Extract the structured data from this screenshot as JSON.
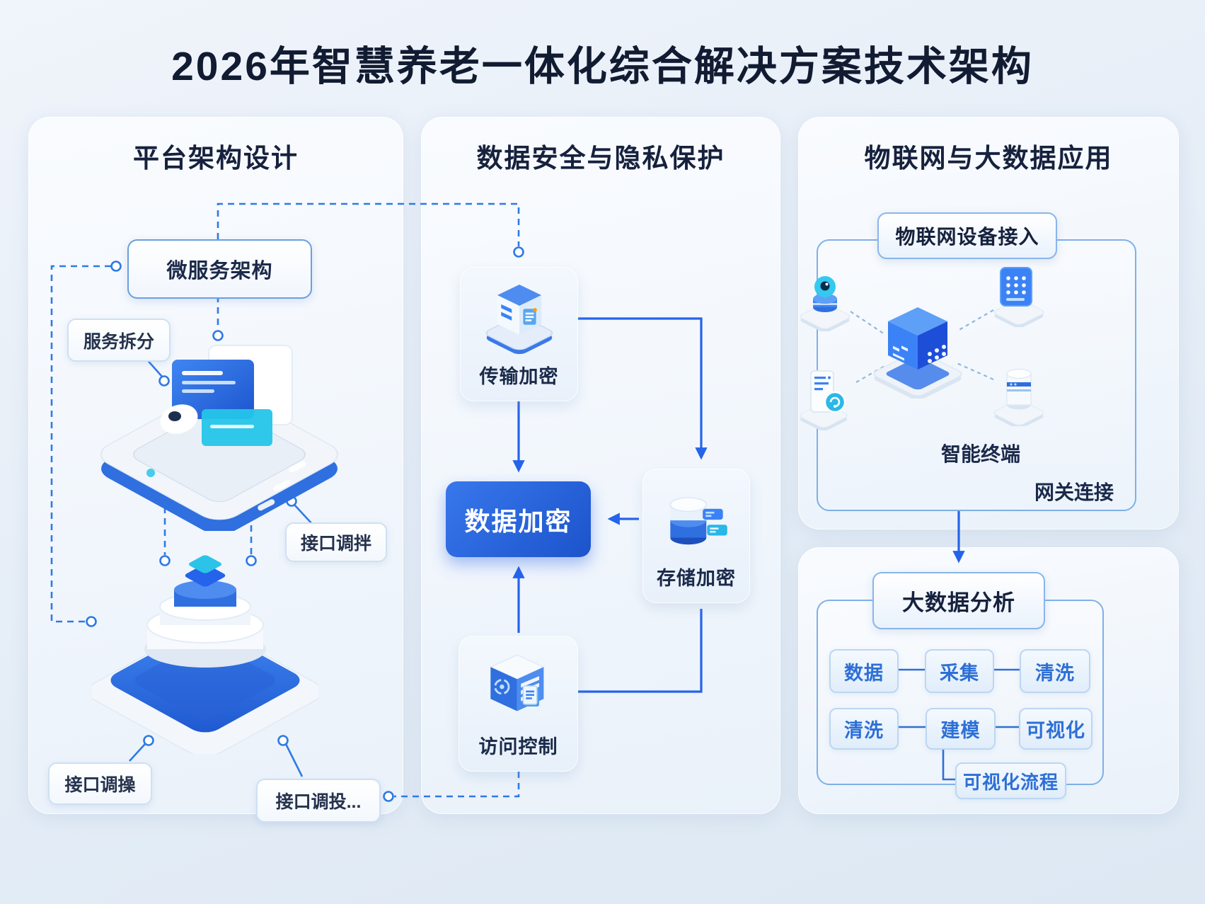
{
  "title": "2026年智慧养老一体化综合解决方案技术架构",
  "palette": {
    "background": "#e6eef7",
    "heading": "#16213d",
    "accent_blue": "#2563eb",
    "dashed_blue": "#2f7ae5",
    "flow_text": "#2e6fd6",
    "cyan": "#2bc4e8",
    "data_encryption_bg": "#2561db"
  },
  "left_panel": {
    "header": "平台架构设计",
    "microservice_box": "微服务架构",
    "service_split_label": "服务拆分",
    "interface_label_1": "接口调拌",
    "interface_label_2": "接口调操",
    "interface_label_3": "接口调投..."
  },
  "middle_panel": {
    "header": "数据安全与隐私保护",
    "transmission_node": "传输加密",
    "data_encryption_node": "数据加密",
    "storage_node": "存储加密",
    "access_node": "访问控制"
  },
  "right_panel": {
    "header": "物联网与大数据应用",
    "iot_section": {
      "title": "物联网设备接入",
      "terminal_label": "智能终端",
      "gateway_label": "网关连接"
    },
    "bigdata_section": {
      "title": "大数据分析",
      "flow_row1": [
        "数据",
        "采集",
        "清洗"
      ],
      "flow_row2": [
        "清洗",
        "建模",
        "可视化"
      ],
      "viz_flow_label": "可视化流程"
    }
  }
}
